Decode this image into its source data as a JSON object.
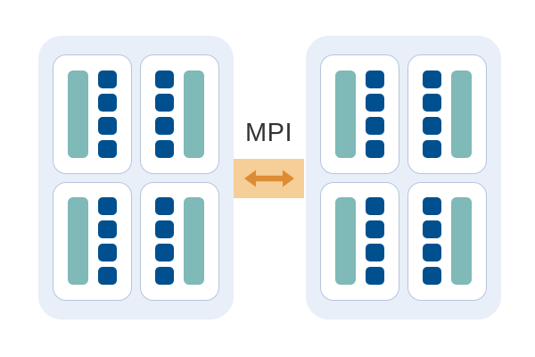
{
  "diagram": {
    "title": "MPI inter-node communication diagram",
    "colors": {
      "panel_background": "#e8eff9",
      "card_background": "#ffffff",
      "card_border": "#b8c4dc",
      "memory_bar": "#7fb9b8",
      "core": "#00508f",
      "link_band": "#f5ce98",
      "link_arrow": "#dd8c33",
      "label_text": "#333333",
      "canvas_background": "#ffffff"
    }
  },
  "link": {
    "label": "MPI",
    "arrow_icon": "double-headed-horizontal-arrow-icon",
    "direction": "bidirectional"
  },
  "clusters": [
    {
      "id": "left-cluster",
      "name": "left-cluster",
      "nodes": [
        {
          "id": "left-node-1",
          "position": "top-left",
          "mirrored": false,
          "memory_bars": 1,
          "cores": 4
        },
        {
          "id": "left-node-2",
          "position": "top-right",
          "mirrored": true,
          "memory_bars": 1,
          "cores": 4
        },
        {
          "id": "left-node-3",
          "position": "bottom-left",
          "mirrored": false,
          "memory_bars": 1,
          "cores": 4
        },
        {
          "id": "left-node-4",
          "position": "bottom-right",
          "mirrored": true,
          "memory_bars": 1,
          "cores": 4
        }
      ]
    },
    {
      "id": "right-cluster",
      "name": "right-cluster",
      "nodes": [
        {
          "id": "right-node-1",
          "position": "top-left",
          "mirrored": false,
          "memory_bars": 1,
          "cores": 4
        },
        {
          "id": "right-node-2",
          "position": "top-right",
          "mirrored": true,
          "memory_bars": 1,
          "cores": 4
        },
        {
          "id": "right-node-3",
          "position": "bottom-left",
          "mirrored": false,
          "memory_bars": 1,
          "cores": 4
        },
        {
          "id": "right-node-4",
          "position": "bottom-right",
          "mirrored": true,
          "memory_bars": 1,
          "cores": 4
        }
      ]
    }
  ]
}
